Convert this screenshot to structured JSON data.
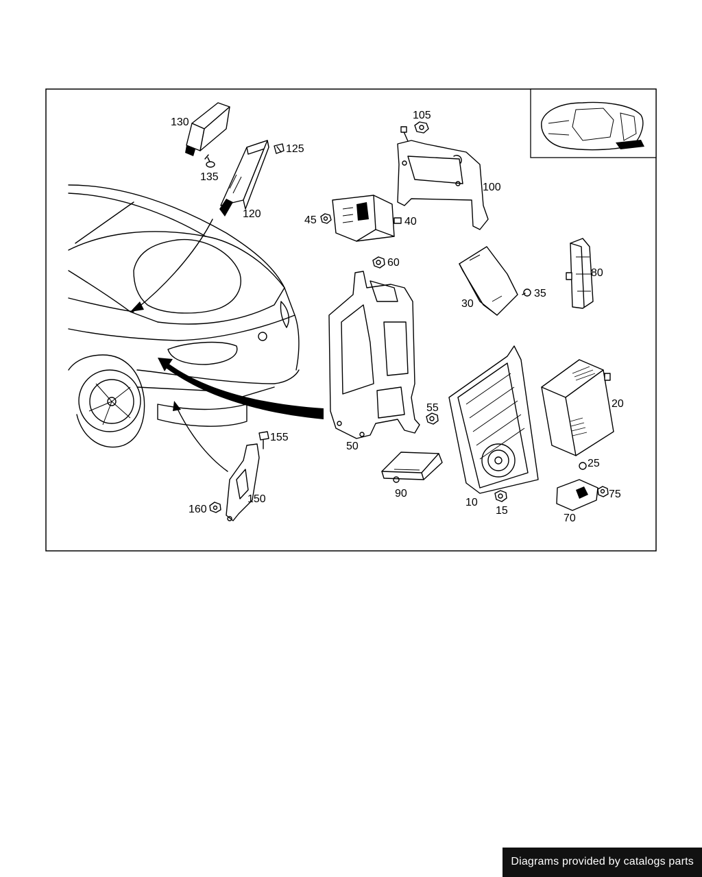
{
  "diagram": {
    "callouts": {
      "c10": "10",
      "c15": "15",
      "c20": "20",
      "c25": "25",
      "c30": "30",
      "c35": "35",
      "c40": "40",
      "c45": "45",
      "c50": "50",
      "c55": "55",
      "c60": "60",
      "c70": "70",
      "c75": "75",
      "c80": "80",
      "c90": "90",
      "c100": "100",
      "c105": "105",
      "c120": "120",
      "c125": "125",
      "c130": "130",
      "c135": "135",
      "c150": "150",
      "c155": "155",
      "c160": "160"
    }
  },
  "footer": {
    "credit": "Diagrams provided by catalogs parts",
    "background_color": "#111111",
    "text_color": "#ffffff"
  }
}
